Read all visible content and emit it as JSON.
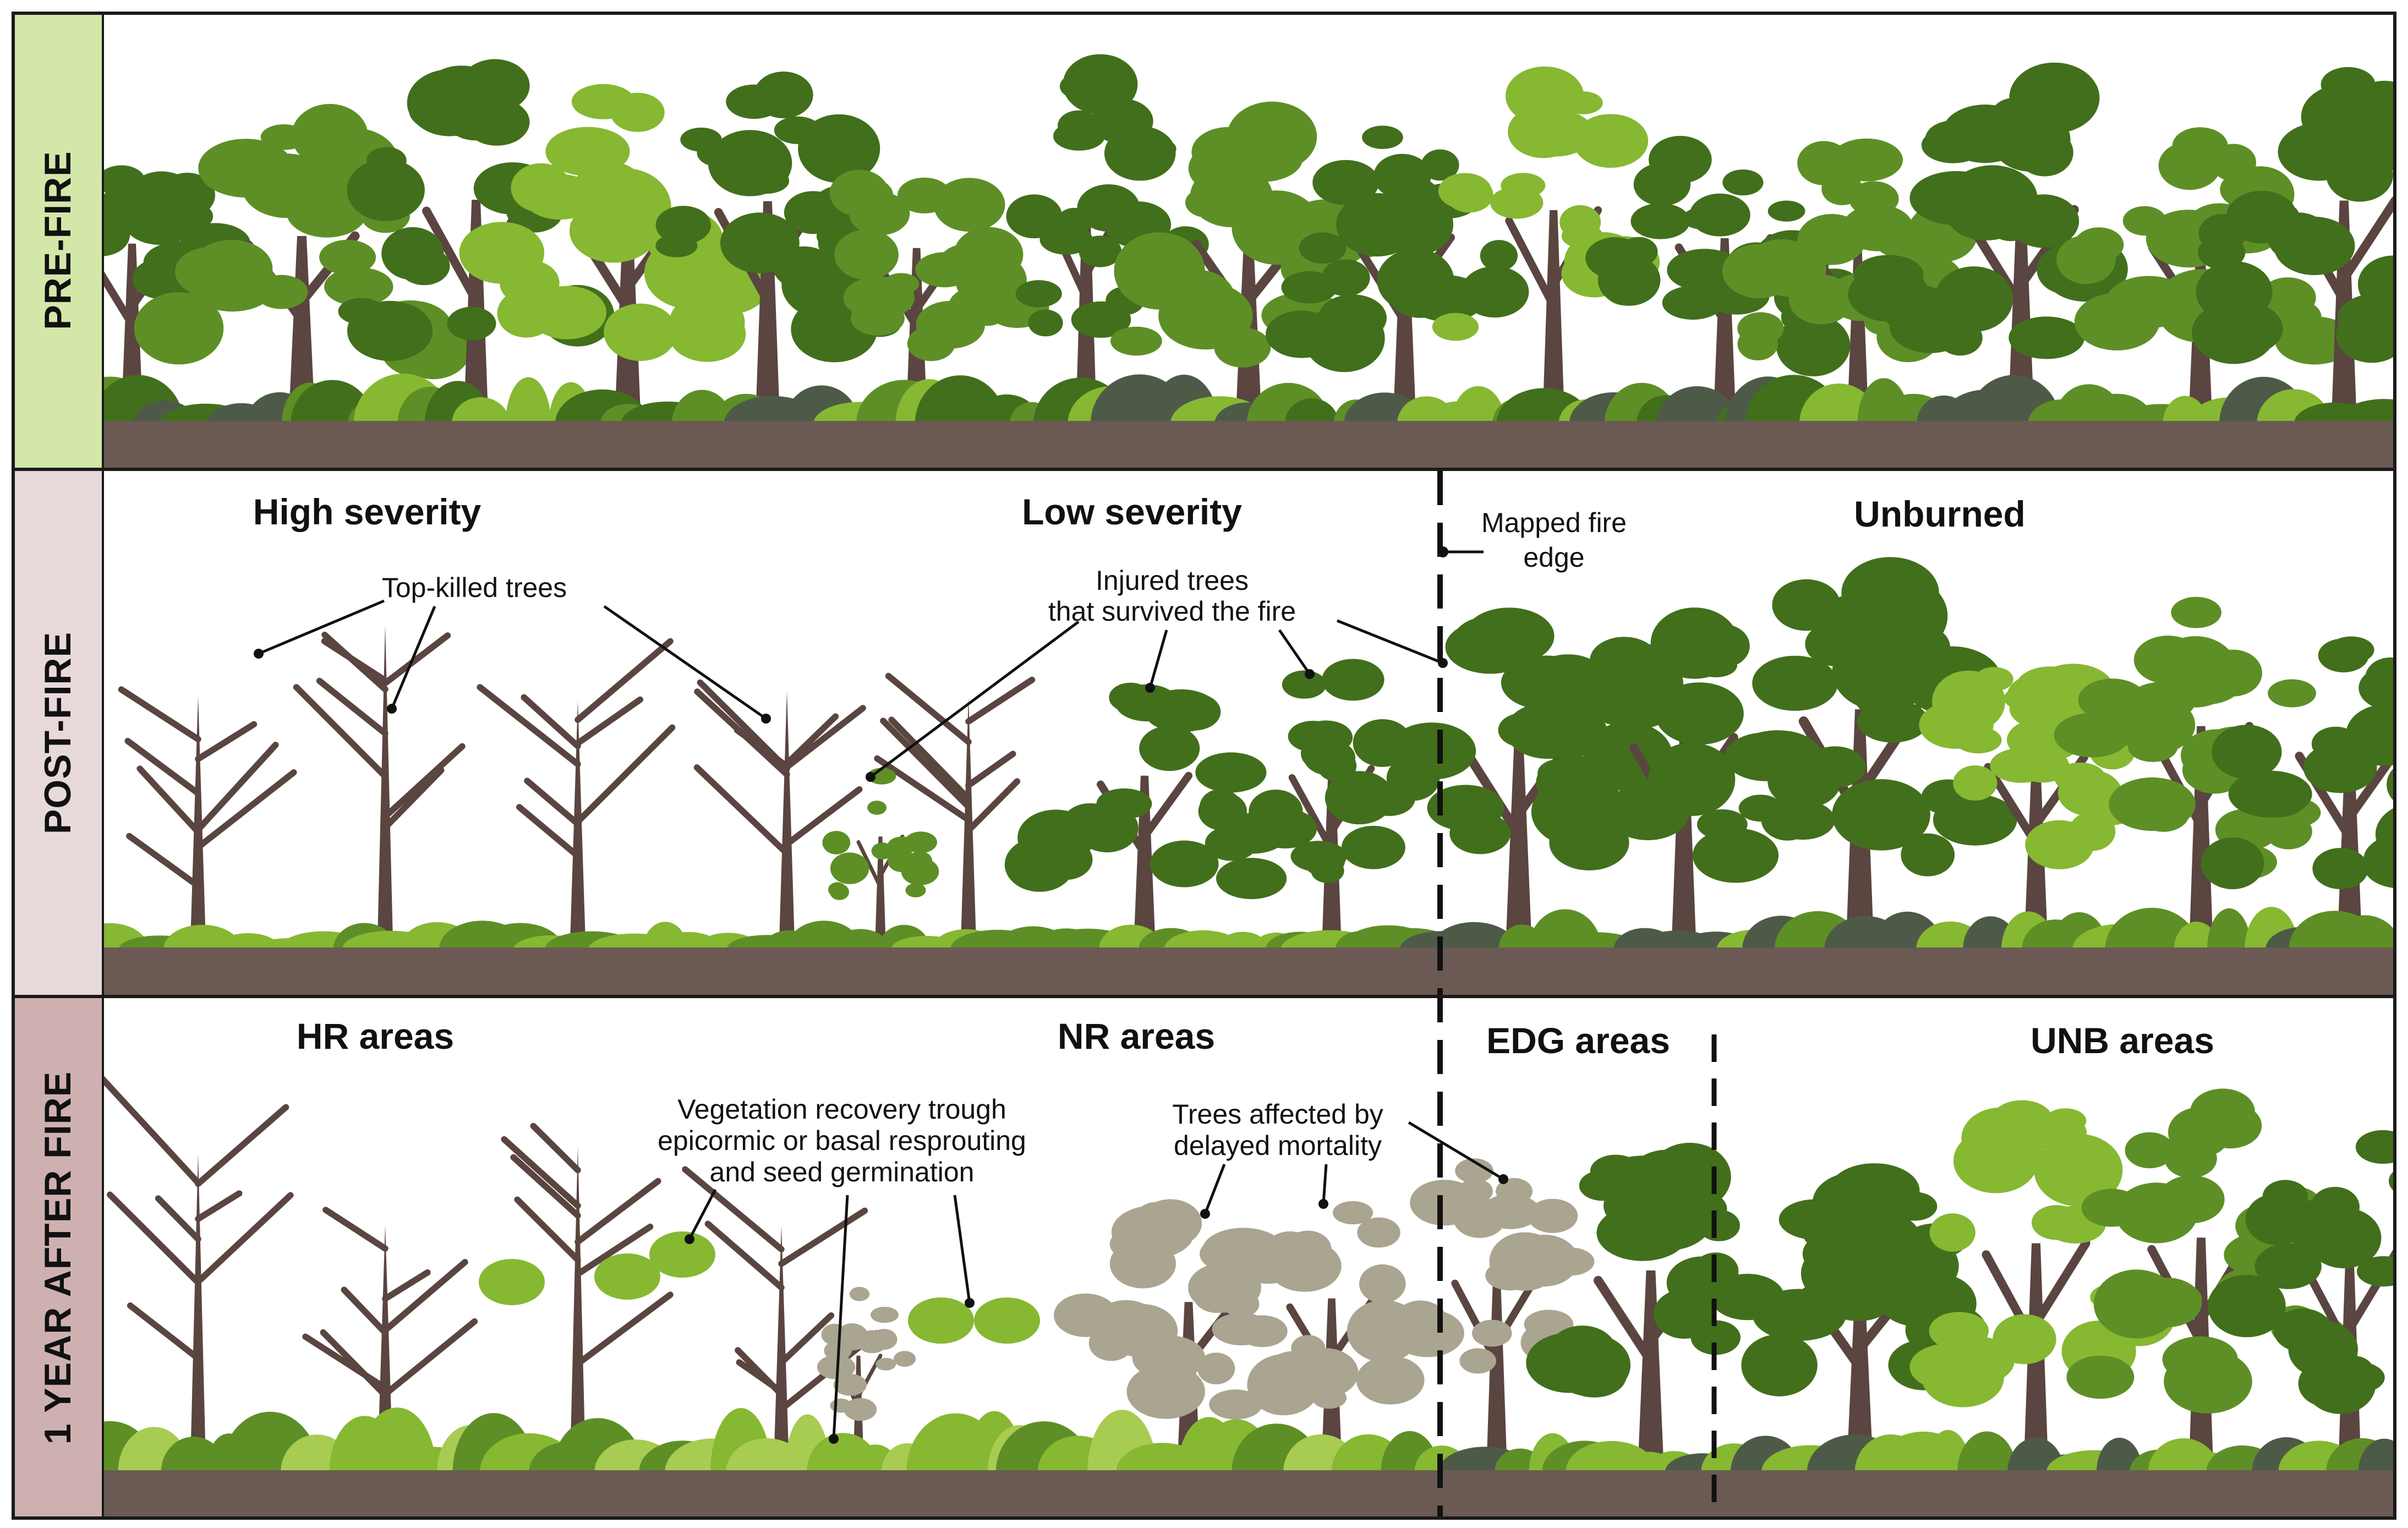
{
  "colors": {
    "border": "#1a1a1a",
    "soil": "#6b5a53",
    "trunk": "#5a4540",
    "dark_green": "#426f1c",
    "mid_green": "#5e8f26",
    "light_green": "#86b832",
    "gray_green": "#4e5a48",
    "dead_canopy": "#a9a590",
    "label_prefire": "#d3e7a9",
    "label_postfire": "#e7d9da",
    "label_oneyear": "#cfb0b1"
  },
  "panels": [
    {
      "id": "pre",
      "label": "PRE-FIRE"
    },
    {
      "id": "post",
      "label": "POST-FIRE"
    },
    {
      "id": "year",
      "label": "1 YEAR AFTER FIRE"
    }
  ],
  "post_fire": {
    "high_severity": "High severity",
    "low_severity": "Low severity",
    "unburned": "Unburned",
    "mapped_edge": [
      "Mapped fire",
      "edge"
    ],
    "top_killed": "Top-killed trees",
    "injured": [
      "Injured trees",
      "that survived the fire"
    ]
  },
  "one_year": {
    "hr": "HR areas",
    "nr": "NR areas",
    "edg": "EDG areas",
    "unb": "UNB areas",
    "recovery": [
      "Vegetation recovery trough",
      "epicormic or basal resprouting",
      "and seed germination"
    ],
    "delayed": [
      "Trees affected by",
      "delayed mortality"
    ]
  }
}
